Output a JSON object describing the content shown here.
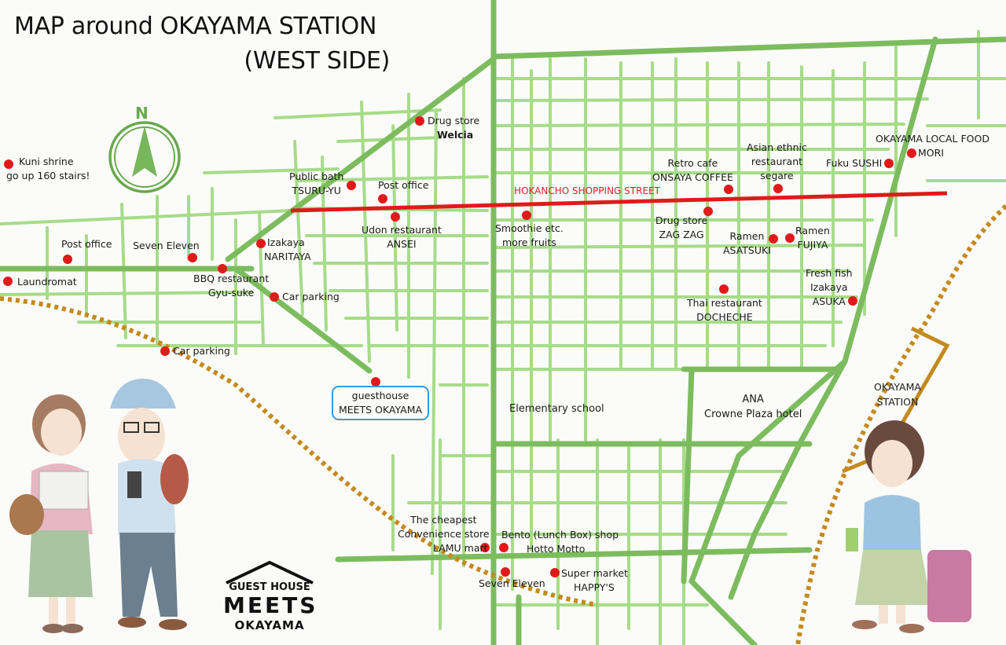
{
  "title": {
    "line1": "MAP around OKAYAMA STATION",
    "line2": "(WEST SIDE)"
  },
  "north_label": "N",
  "street_name": "HOKANCHO SHOPPING STREET",
  "colors": {
    "road": "#9fd882",
    "main_road": "#7cb35e",
    "shopping_street": "#e01a1a",
    "railway": "#c48a1e",
    "poi_dot": "#e01a1a",
    "guesthouse_box": "#3a9ad6"
  },
  "pois": [
    {
      "id": "drugstore-welcia",
      "lines": [
        "Drug store",
        "Welcia"
      ]
    },
    {
      "id": "kuni-shrine",
      "lines": [
        "Kuni shrine",
        "go up 160 stairs!"
      ]
    },
    {
      "id": "public-bath",
      "lines": [
        "Public bath",
        "TSURU-YU"
      ]
    },
    {
      "id": "post-office-1",
      "lines": [
        "Post office"
      ]
    },
    {
      "id": "udon",
      "lines": [
        "Udon restaurant",
        "ANSEI"
      ]
    },
    {
      "id": "post-office-2",
      "lines": [
        "Post office"
      ]
    },
    {
      "id": "seven-eleven-1",
      "lines": [
        "Seven Eleven"
      ]
    },
    {
      "id": "izakaya-naritaya",
      "lines": [
        "Izakaya",
        "NARITAYA"
      ]
    },
    {
      "id": "laundromat",
      "lines": [
        "Laundromat"
      ]
    },
    {
      "id": "bbq",
      "lines": [
        "BBQ restaurant",
        "Gyu-suke"
      ]
    },
    {
      "id": "car-parking-1",
      "lines": [
        "Car parking"
      ]
    },
    {
      "id": "car-parking-2",
      "lines": [
        "Car parking"
      ]
    },
    {
      "id": "smoothie",
      "lines": [
        "Smoothie etc.",
        "more fruits"
      ]
    },
    {
      "id": "retro-cafe",
      "lines": [
        "Retro cafe",
        "ONSAYA COFFEE"
      ]
    },
    {
      "id": "asian-ethnic",
      "lines": [
        "Asian ethnic",
        "restaurant",
        "segare"
      ]
    },
    {
      "id": "okayama-local-food",
      "lines": [
        "OKAYAMA LOCAL FOOD",
        "MORI"
      ]
    },
    {
      "id": "fuku-sushi",
      "lines": [
        "Fuku SUSHI"
      ]
    },
    {
      "id": "drugstore-zagzag",
      "lines": [
        "Drug store",
        "ZAG ZAG"
      ]
    },
    {
      "id": "ramen-asatsuki",
      "lines": [
        "Ramen",
        "ASATSUKI"
      ]
    },
    {
      "id": "ramen-fujiya",
      "lines": [
        "Ramen",
        "FUJIYA"
      ]
    },
    {
      "id": "fresh-fish",
      "lines": [
        "Fresh fish",
        "Izakaya",
        "ASUKA"
      ]
    },
    {
      "id": "thai",
      "lines": [
        "Thai restaurant",
        "DOCHECHE"
      ]
    },
    {
      "id": "guesthouse",
      "lines": [
        "guesthouse",
        "MEETS OKAYAMA"
      ]
    },
    {
      "id": "lamu-mart",
      "lines": [
        "The cheapest",
        "Convenience store",
        "LAMU mart"
      ]
    },
    {
      "id": "bento",
      "lines": [
        "Bento (Lunch Box) shop",
        "Hotto Motto"
      ]
    },
    {
      "id": "seven-eleven-2",
      "lines": [
        "Seven Eleven"
      ]
    },
    {
      "id": "happys",
      "lines": [
        "Super market",
        "HAPPY'S"
      ]
    }
  ],
  "places": {
    "elementary_school": "Elementary school",
    "ana_hotel": [
      "ANA",
      "Crowne Plaza hotel"
    ],
    "station": [
      "OKAYAMA",
      "STATION"
    ]
  },
  "logo": {
    "line1": "GUEST HOUSE",
    "line2": "MEETS",
    "line3": "OKAYAMA"
  }
}
